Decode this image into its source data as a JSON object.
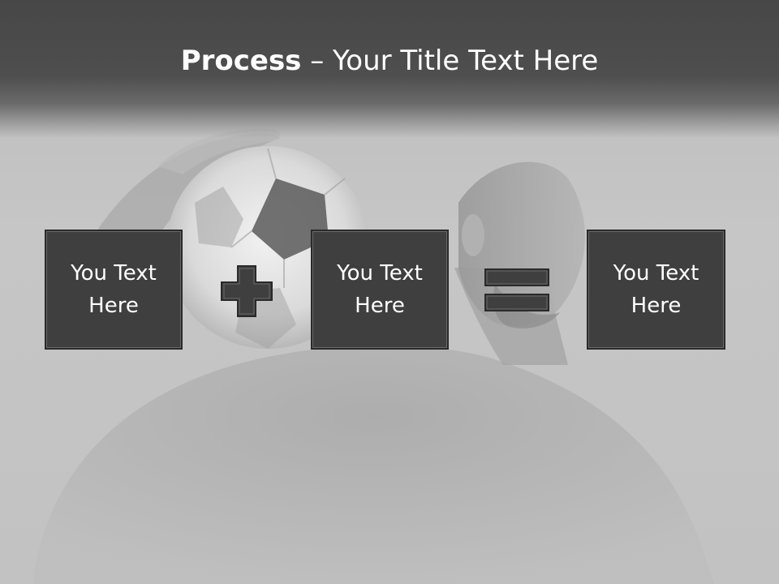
{
  "slide": {
    "title_bold": "Process",
    "title_rest": " – Your Title Text Here"
  },
  "boxes": [
    {
      "text": "You Text Here"
    },
    {
      "text": "You Text Here"
    },
    {
      "text": "You Text Here"
    }
  ],
  "operators": {
    "plus": "plus-icon",
    "equals": "equals-icon"
  },
  "colors": {
    "title_band": "#474747",
    "box_fill": "#3f3f3f",
    "box_border": "#2a2a2a",
    "background": "#c4c4c4",
    "title_text": "#ffffff"
  }
}
